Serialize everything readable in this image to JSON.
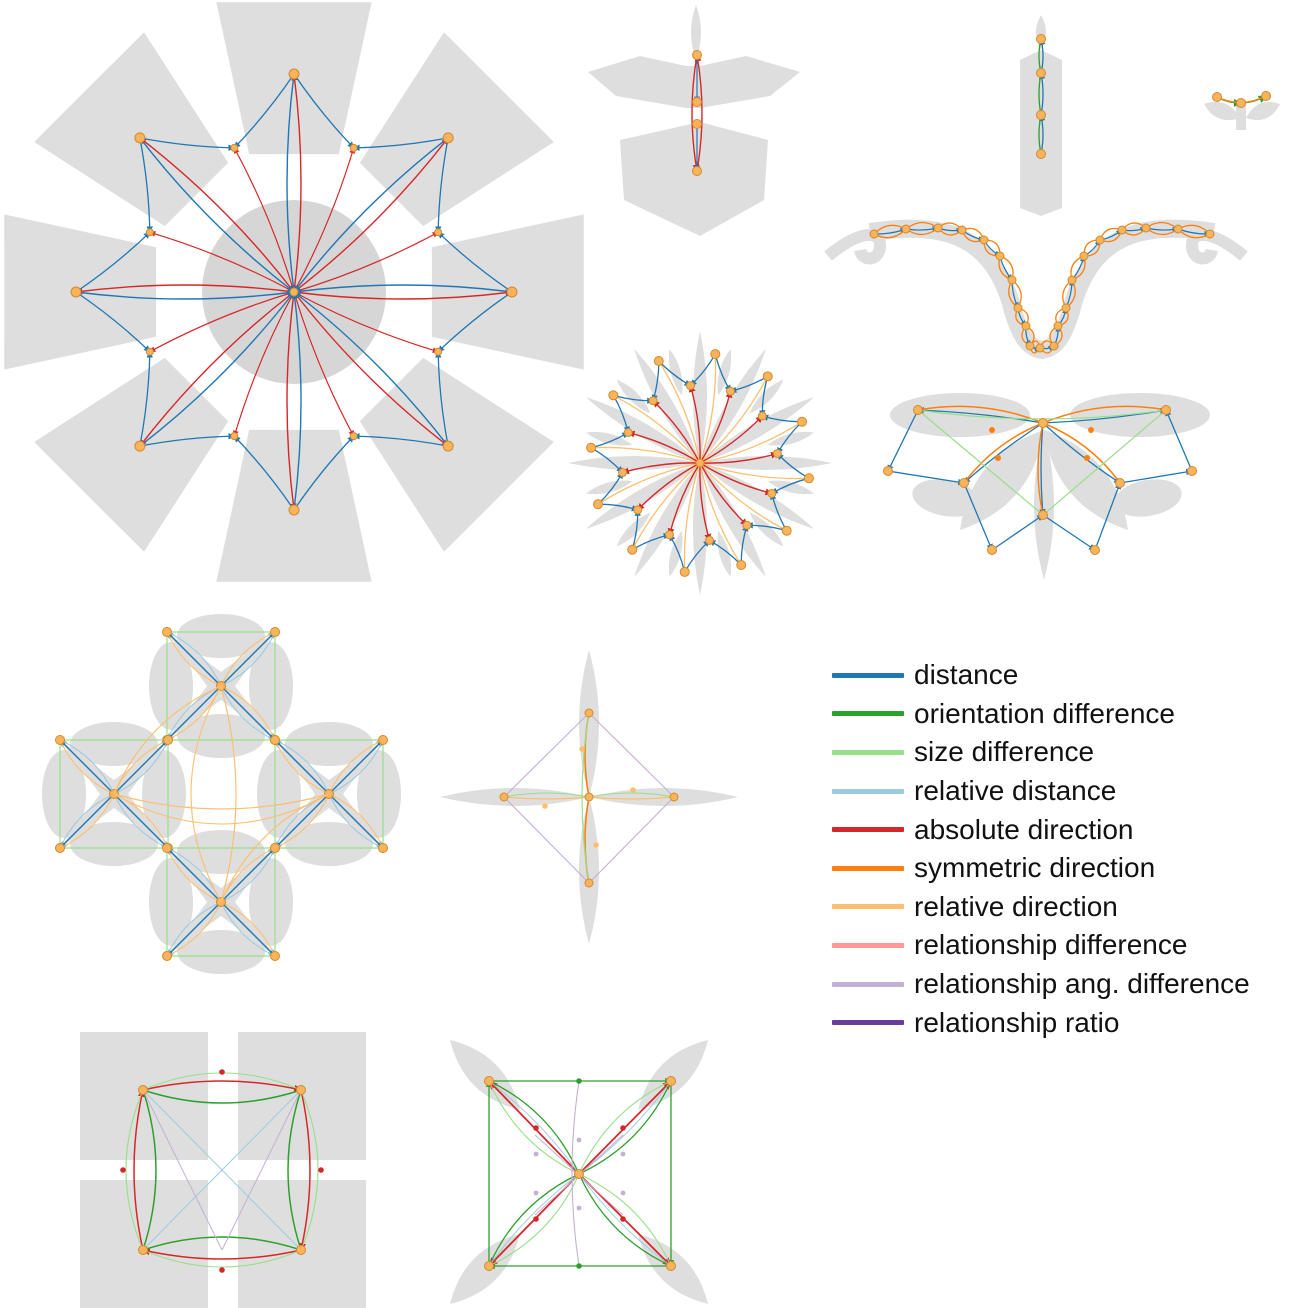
{
  "legend": {
    "items": [
      {
        "label": "distance",
        "color": "#1f77b4"
      },
      {
        "label": "orientation difference",
        "color": "#2ca02c"
      },
      {
        "label": "size difference",
        "color": "#98df8a"
      },
      {
        "label": "relative distance",
        "color": "#9ecae1"
      },
      {
        "label": "absolute direction",
        "color": "#d62728"
      },
      {
        "label": "symmetric direction",
        "color": "#ff7f0e"
      },
      {
        "label": "relative direction",
        "color": "#fdbf6f"
      },
      {
        "label": "relationship difference",
        "color": "#ff9896"
      },
      {
        "label": "relationship ang. difference",
        "color": "#c5b0d5"
      },
      {
        "label": "relationship ratio",
        "color": "#6a3d9a"
      }
    ]
  },
  "colors": {
    "shape_fill": "#dedede",
    "shape_outline": "#cccccc",
    "node_fill": "#f9b35a",
    "node_stroke": "#d18a2e"
  }
}
